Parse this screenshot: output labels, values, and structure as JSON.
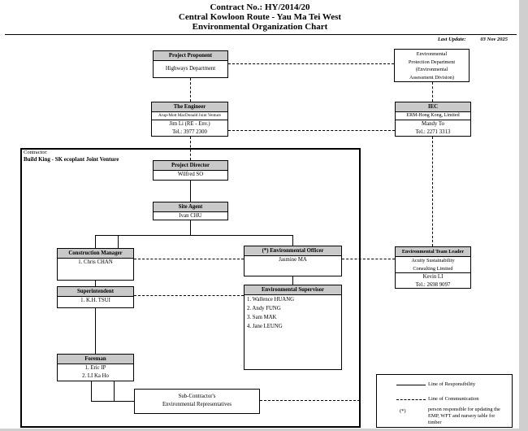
{
  "title": {
    "line1": "Contract No.: HY/2014/20",
    "line2": "Central Kowloon Route - Yau Ma Tei West",
    "line3": "Environmental Organization Chart"
  },
  "last_updated": {
    "label": "Last Update:",
    "value": "03 Nov 2025"
  },
  "contractor": {
    "label": "Contractor:",
    "name": "Build King - SK ecoplant Joint Venture"
  },
  "boxes": {
    "project_proponent": {
      "header": "Project Proponent",
      "lines": [
        "Highways Department"
      ]
    },
    "epd": {
      "lines": [
        "Environmental",
        "Protection Department",
        "(Environmental",
        "Assessment Division)"
      ]
    },
    "engineer": {
      "header": "The Engineer",
      "subheader": "Arup-Mott MacDonald Joint Venture",
      "lines": [
        "Jim Li (RE - Env.)",
        "Tel.: 3977 2300"
      ]
    },
    "iec": {
      "header": "IEC",
      "subheader": "ERM-Hong Kong, Limited",
      "lines": [
        "Mandy To",
        "Tel.: 2271 3313"
      ]
    },
    "project_director": {
      "header": "Project Director",
      "lines": [
        "Wilfred SO"
      ]
    },
    "site_agent": {
      "header": "Site Agent",
      "lines": [
        "Ivan CHU"
      ]
    },
    "construction_manager": {
      "header": "Construction Manager",
      "lines": [
        "1. Chris CHAN"
      ]
    },
    "environmental_officer": {
      "header": "(*) Environmental Officer",
      "lines": [
        "Jasmine MA"
      ]
    },
    "environmental_team_leader": {
      "header": "Environmental Team Leader",
      "subheader_line1": "Acuity Sustainability",
      "subheader_line2": "Consulting Limited",
      "lines": [
        "Kevin LI",
        "Tel.: 2698 9097"
      ]
    },
    "superintendent": {
      "header": "Superintendent",
      "lines": [
        "1. K.H. TSUI"
      ]
    },
    "environmental_supervisor": {
      "header": "Environmental Supervisor",
      "lines": [
        "1. Wallence HUANG",
        "2. Andy FUNG",
        "3. Sam MAK",
        "4. Jane LEUNG"
      ]
    },
    "foreman": {
      "header": "Foreman",
      "lines": [
        "1. Eric IP",
        "2. LI Ka Ho"
      ]
    },
    "subcontractor": {
      "lines": [
        "Sub-Contractor's",
        "Environmental Representatives"
      ]
    }
  },
  "legend": {
    "responsibility_label": "Line of Responsibility",
    "communication_label": "Line of Communication",
    "asterisk": "(*)",
    "asterisk_note": "person responsible for updating the EMP, WFT and nursery table for timber"
  },
  "colors": {
    "header_bg": "#c9c9c9",
    "line": "#000000",
    "page_bg": "#ffffff"
  }
}
